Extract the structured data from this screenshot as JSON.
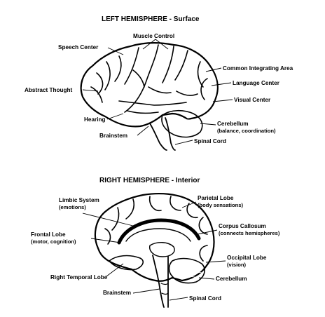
{
  "left_hemisphere": {
    "title": "LEFT HEMISPHERE - Surface",
    "labels": {
      "muscle_control": "Muscle Control",
      "speech_center": "Speech Center",
      "common_integrating_area": "Common Integrating Area",
      "language_center": "Language Center",
      "abstract_thought": "Abstract Thought",
      "visual_center": "Visual Center",
      "hearing": "Hearing",
      "cerebellum": "Cerebellum",
      "cerebellum_note": "(balance, coordination)",
      "brainstem": "Brainstem",
      "spinal_cord": "Spinal Cord"
    }
  },
  "right_hemisphere": {
    "title": "RIGHT HEMISPHERE - Interior",
    "labels": {
      "limbic_system": "Limbic System",
      "limbic_system_note": "(emotions)",
      "parietal_lobe": "Parietal Lobe",
      "parietal_lobe_note": "(body sensations)",
      "frontal_lobe": "Frontal Lobe",
      "frontal_lobe_note": "(motor, cognition)",
      "corpus_callosum": "Corpus Callosum",
      "corpus_callosum_note": "(connects hemispheres)",
      "occipital_lobe": "Occipital Lobe",
      "occipital_lobe_note": "(vision)",
      "right_temporal_lobe": "Right Temporal Lobe",
      "cerebellum": "Cerebellum",
      "brainstem": "Brainstem",
      "spinal_cord": "Spinal Cord"
    }
  }
}
